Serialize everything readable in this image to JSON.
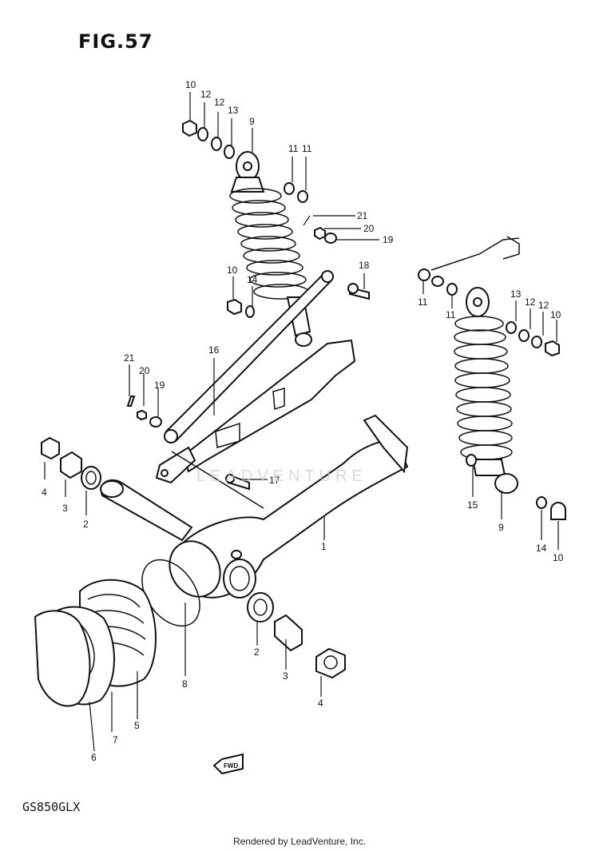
{
  "figure": {
    "title": "FIG.57",
    "model": "GS850GLX",
    "watermark": "LEADVENTURE"
  },
  "footer": {
    "credit": "Rendered by LeadVenture, Inc."
  },
  "callouts": {
    "c1": "1",
    "c2a": "2",
    "c2b": "2",
    "c3a": "3",
    "c3b": "3",
    "c4a": "4",
    "c4b": "4",
    "c5": "5",
    "c6": "6",
    "c7": "7",
    "c8": "8",
    "c9a": "9",
    "c9b": "9",
    "c10a": "10",
    "c10b": "10",
    "c10c": "10",
    "c10d": "10",
    "c11a": "11",
    "c11b": "11",
    "c11c": "11",
    "c11d": "11",
    "c12a": "12",
    "c12b": "12",
    "c12c": "12",
    "c13a": "13",
    "c13b": "13",
    "c14a": "14",
    "c14b": "14",
    "c15": "15",
    "c16": "16",
    "c17": "17",
    "c18": "18",
    "c19a": "19",
    "c19b": "19",
    "c20a": "20",
    "c20b": "20",
    "c21a": "21",
    "c21b": "21"
  },
  "icons": {
    "direction_arrow": "fwd-arrow-icon"
  }
}
